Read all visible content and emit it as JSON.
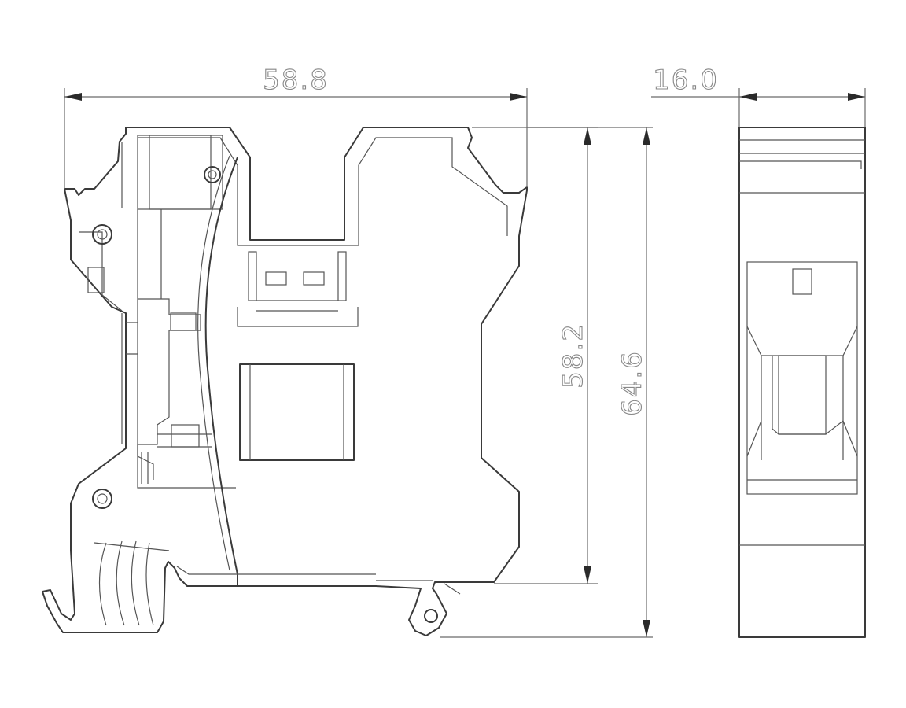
{
  "dimensions": {
    "width_side": "58.8",
    "width_front": "16.0",
    "height_inner": "58.2",
    "height_total": "64.6"
  },
  "colors": {
    "line": "#3a3a3a",
    "dimension_text": "#888888",
    "background": "#ffffff"
  }
}
